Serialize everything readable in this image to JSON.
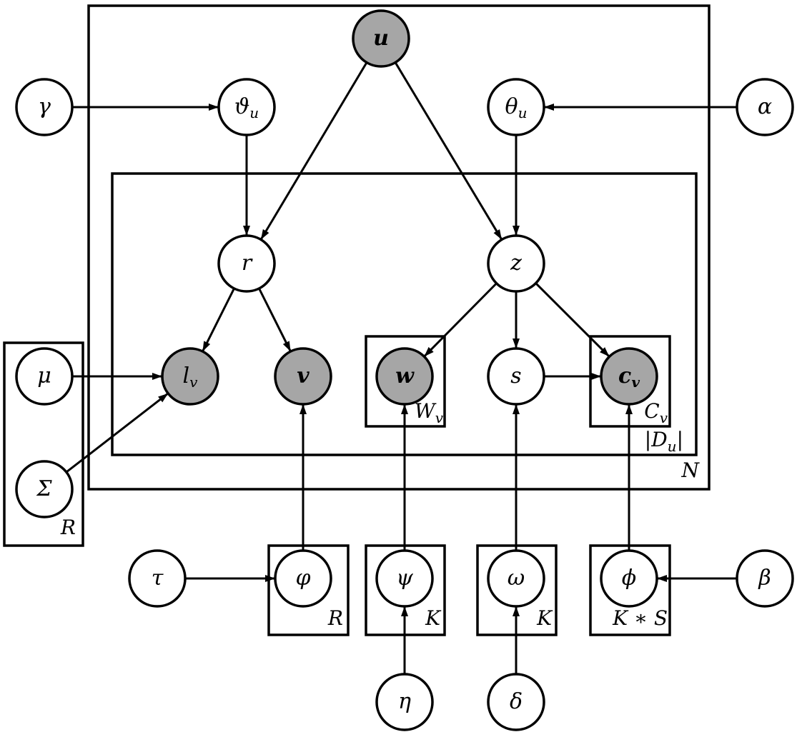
{
  "colors": {
    "observed": "#a6a6a6",
    "latent": "#ffffff",
    "stroke": "#000000"
  },
  "nodes": {
    "u": {
      "label": "u",
      "observed": true,
      "bold": true
    },
    "gamma": {
      "label": "γ",
      "observed": false
    },
    "vtheta": {
      "label": "ϑ",
      "sub": "u",
      "observed": false
    },
    "theta": {
      "label": "θ",
      "sub": "u",
      "observed": false
    },
    "alpha": {
      "label": "α",
      "observed": false
    },
    "r": {
      "label": "r",
      "observed": false
    },
    "z": {
      "label": "z",
      "observed": false
    },
    "mu": {
      "label": "μ",
      "observed": false
    },
    "lv": {
      "label": "l",
      "sub": "v",
      "observed": true
    },
    "v": {
      "label": "v",
      "observed": true,
      "bold": true
    },
    "w": {
      "label": "w",
      "observed": true,
      "bold": true
    },
    "s": {
      "label": "s",
      "observed": false
    },
    "cv": {
      "label": "c",
      "sub": "v",
      "observed": true,
      "bold": true
    },
    "Sigma": {
      "label": "Σ",
      "observed": false
    },
    "tau": {
      "label": "τ",
      "observed": false
    },
    "varphi": {
      "label": "φ",
      "observed": false
    },
    "psi": {
      "label": "ψ",
      "observed": false
    },
    "omega": {
      "label": "ω",
      "observed": false
    },
    "phi": {
      "label": "ϕ",
      "observed": false
    },
    "beta": {
      "label": "β",
      "observed": false
    },
    "eta": {
      "label": "η",
      "observed": false
    },
    "delta": {
      "label": "δ",
      "observed": false
    }
  },
  "edges": [
    [
      "gamma",
      "vtheta"
    ],
    [
      "alpha",
      "theta"
    ],
    [
      "u",
      "r"
    ],
    [
      "u",
      "z"
    ],
    [
      "vtheta",
      "r"
    ],
    [
      "theta",
      "z"
    ],
    [
      "r",
      "lv"
    ],
    [
      "r",
      "v"
    ],
    [
      "z",
      "w"
    ],
    [
      "z",
      "s"
    ],
    [
      "z",
      "cv"
    ],
    [
      "mu",
      "lv"
    ],
    [
      "Sigma",
      "lv"
    ],
    [
      "s",
      "cv"
    ],
    [
      "varphi",
      "v"
    ],
    [
      "psi",
      "w"
    ],
    [
      "omega",
      "s"
    ],
    [
      "phi",
      "cv"
    ],
    [
      "tau",
      "varphi"
    ],
    [
      "beta",
      "phi"
    ],
    [
      "eta",
      "psi"
    ],
    [
      "delta",
      "omega"
    ]
  ],
  "plates": {
    "outer_N": {
      "label": "N"
    },
    "inner_Du": {
      "label": "|D",
      "sub": "u",
      "suffix": "|"
    },
    "Wv": {
      "label": "W",
      "sub": "v"
    },
    "Cv": {
      "label": "C",
      "sub": "v"
    },
    "R_left": {
      "label": "R"
    },
    "R_varphi": {
      "label": "R"
    },
    "K_psi": {
      "label": "K"
    },
    "K_omega": {
      "label": "K"
    },
    "KS_phi": {
      "label": "K ∗ S"
    }
  }
}
